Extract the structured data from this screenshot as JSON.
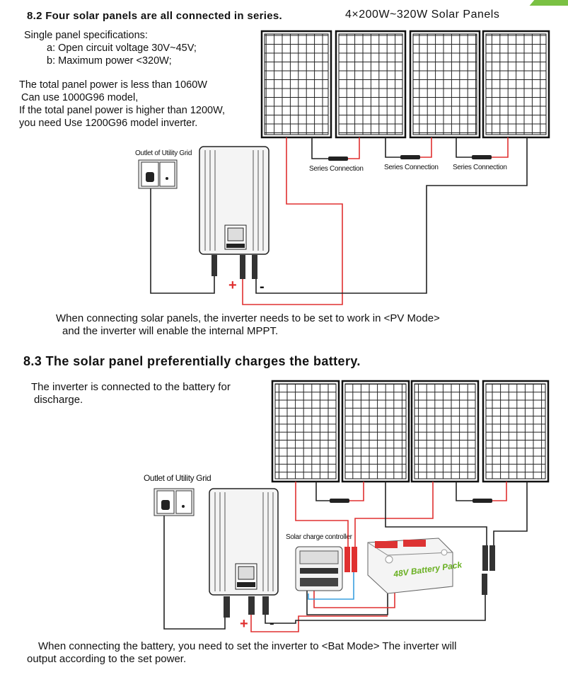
{
  "section_82": {
    "heading": "8.2 Four solar panels are all connected in series.",
    "panel_range": "4×200W~320W Solar Panels",
    "spec_title": "Single panel specifications:",
    "spec_a": "a: Open circuit voltage 30V~45V;",
    "spec_b": "b: Maximum power <320W;",
    "power_line1": "The total panel power is less than 1060W",
    "power_line2": "Can use 1000G96 model,",
    "power_line3": "If the total panel power is higher than 1200W,",
    "power_line4": "you need Use 1200G96 model inverter.",
    "outlet_label": "Outlet of Utility Grid",
    "series_labels": [
      "Series Connection",
      "Series Connection",
      "Series Connection"
    ],
    "plus": "+",
    "minus": "-",
    "note_line1": "When connecting solar panels, the inverter needs to be set to work in <PV Mode>",
    "note_line2": "and the inverter will enable the internal MPPT."
  },
  "section_83": {
    "heading": "8.3  The solar panel preferentially charges the battery.",
    "intro_line1": "The inverter is connected to the battery for",
    "intro_line2": "discharge.",
    "outlet_label": "Outlet of Utility Grid",
    "controller_label": "Solar charge controller",
    "battery_label": "48V Battery Pack",
    "plus": "+",
    "minus": "-",
    "note_line1": "When connecting the battery, you need to set the inverter to <Bat Mode> The inverter will",
    "note_line2": "output according to the set power."
  },
  "colors": {
    "red_wire": "#e03030",
    "black_wire": "#222222",
    "blue_wire": "#3aa0e0",
    "accent_green": "#7ac143",
    "battery_text": "#6ab023"
  }
}
